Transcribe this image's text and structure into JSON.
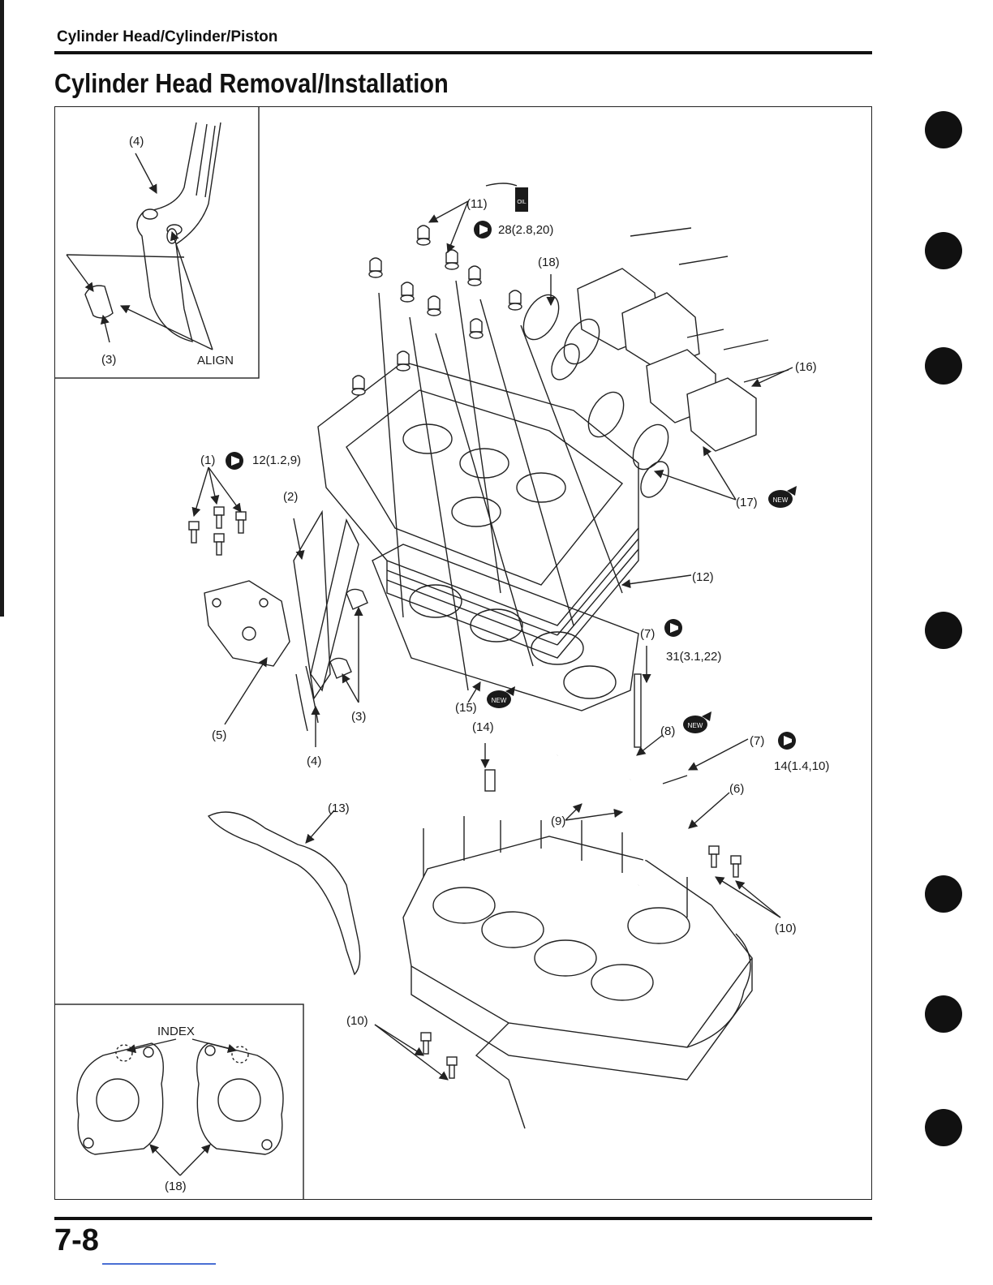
{
  "header": {
    "section": "Cylinder Head/Cylinder/Piston",
    "title": "Cylinder Head Removal/Installation"
  },
  "footer": {
    "page_number": "7-8"
  },
  "inset_top_left": {
    "callouts": [
      "(4)",
      "(3)"
    ],
    "align_label": "ALIGN"
  },
  "inset_bottom_left": {
    "index_label": "INDEX",
    "callout": "(18)"
  },
  "callouts": {
    "c1": "(1)",
    "c2": "(2)",
    "c3": "(3)",
    "c4": "(4)",
    "c5": "(5)",
    "c6": "(6)",
    "c7a": "(7)",
    "c7b": "(7)",
    "c8": "(8)",
    "c9": "(9)",
    "c10a": "(10)",
    "c10b": "(10)",
    "c11": "(11)",
    "c12": "(12)",
    "c13": "(13)",
    "c14": "(14)",
    "c15": "(15)",
    "c16": "(16)",
    "c17": "(17)",
    "c18": "(18)"
  },
  "torque_specs": {
    "t11": "28(2.8,20)",
    "t1": "12(1.2,9)",
    "t7a": "31(3.1,22)",
    "t7b": "14(1.4,10)"
  },
  "badges": {
    "new": "NEW",
    "oil": "OIL"
  },
  "icons": {
    "wrench": "torque-wrench-icon",
    "new": "new-part-icon",
    "oil": "oil-can-icon",
    "tab": "section-tab-dot"
  },
  "colors": {
    "ink": "#111111",
    "paper": "#ffffff",
    "accent_line": "#4a6fd4"
  }
}
